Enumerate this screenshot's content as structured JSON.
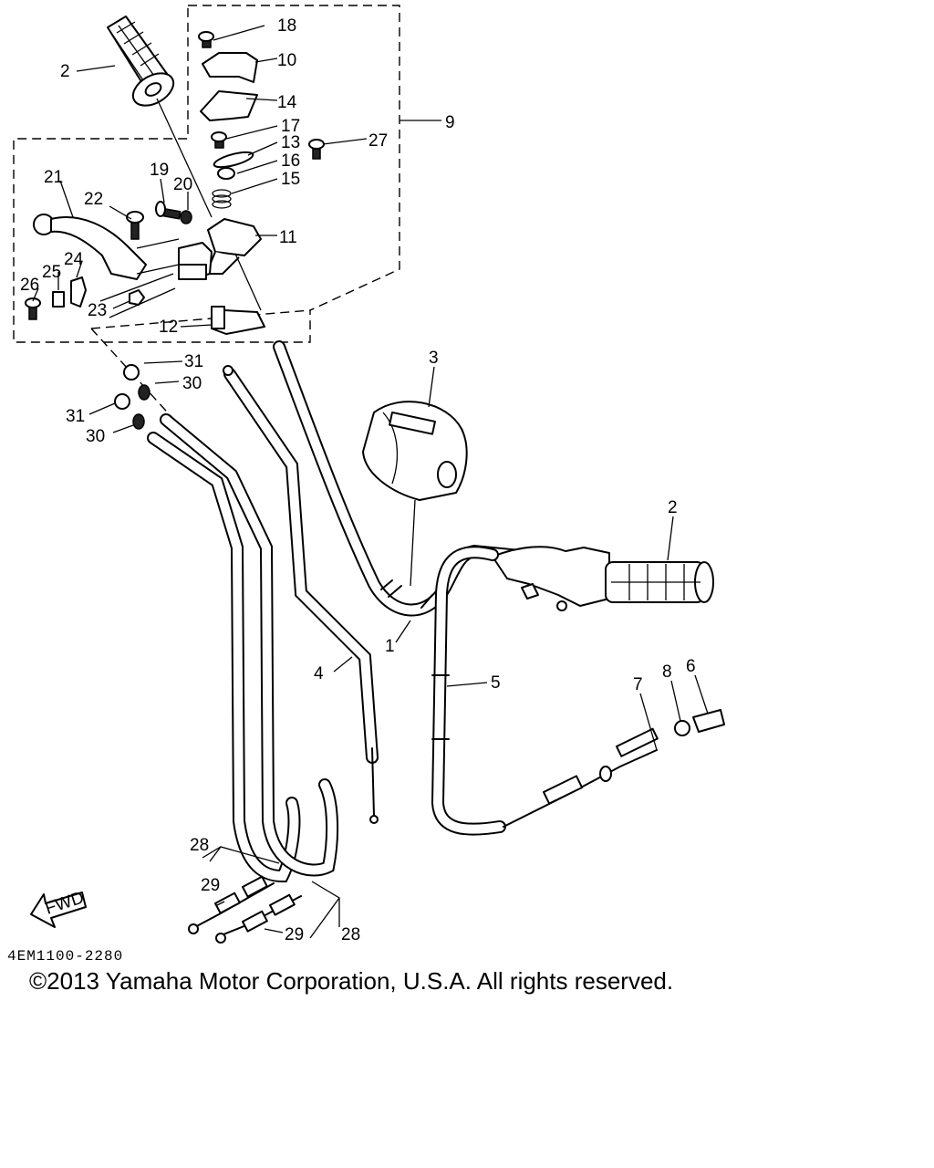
{
  "diagram": {
    "drawing_code": "4EM1100-2280",
    "fwd_label": "FWD",
    "callouts": [
      "1",
      "2",
      "2",
      "3",
      "4",
      "5",
      "6",
      "7",
      "8",
      "9",
      "10",
      "11",
      "12",
      "13",
      "14",
      "15",
      "16",
      "17",
      "18",
      "19",
      "20",
      "21",
      "22",
      "23",
      "24",
      "25",
      "26",
      "27",
      "28",
      "28",
      "29",
      "29",
      "30",
      "30",
      "31",
      "31"
    ]
  },
  "copyright": "©2013 Yamaha Motor Corporation, U.S.A. All rights reserved."
}
